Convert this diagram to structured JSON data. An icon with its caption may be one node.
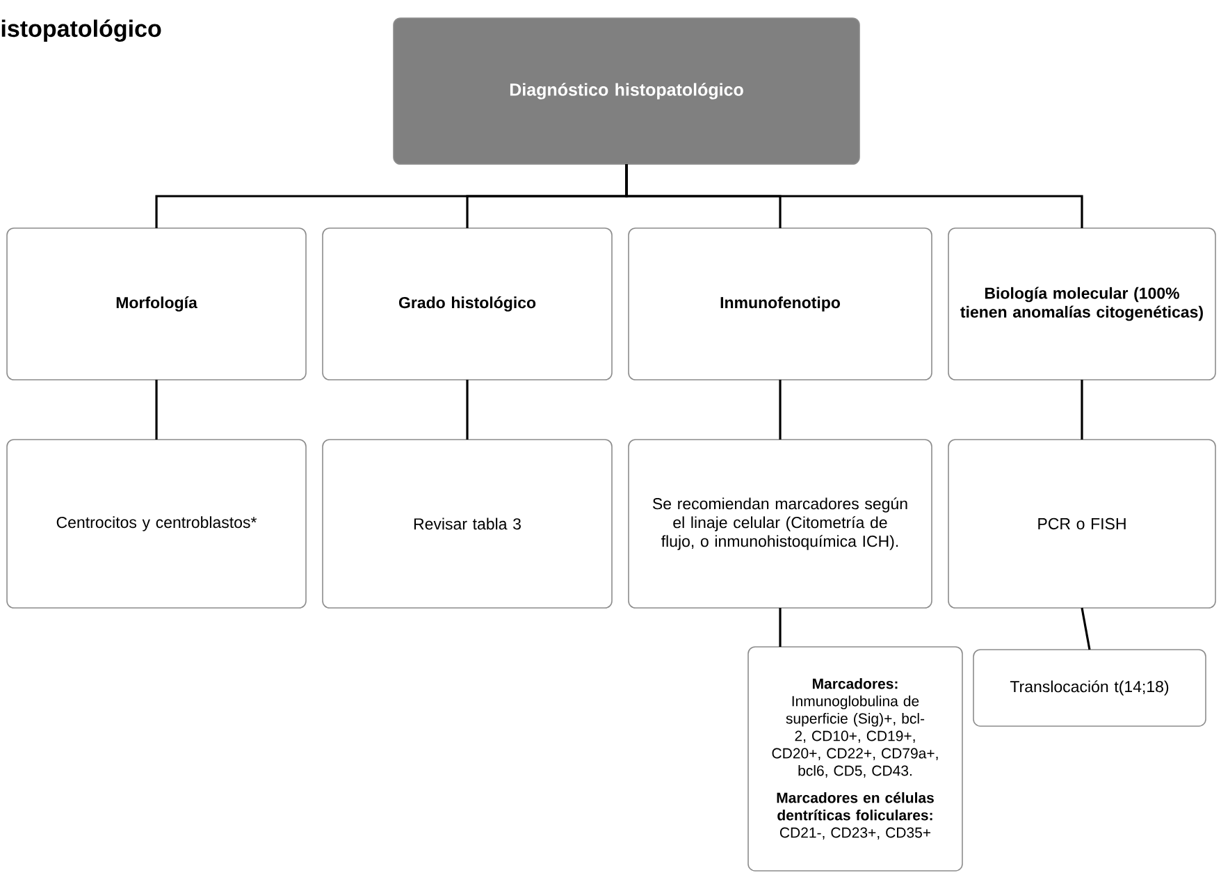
{
  "diagram": {
    "labels": [
      "istopatológico"
    ],
    "nodes": [
      {
        "text": [
          "Diagnóstico histopatológico"
        ]
      },
      {
        "text": [
          "Morfología"
        ]
      },
      {
        "text": [
          "Grado histológico"
        ]
      },
      {
        "text": [
          "Inmunofenotipo"
        ]
      },
      {
        "text": [
          "Biología molecular (100% tienen anomalías citogenéticas)"
        ]
      },
      {
        "text": [
          "Centrocitos y centroblastos*"
        ]
      },
      {
        "text": [
          "Revisar tabla 3"
        ]
      },
      {
        "text": [
          "Se recomiendan marcadores según el linaje celular (Citometría de flujo, o inmunohistoquímica ICH)."
        ]
      },
      {
        "text": [
          "PCR o FISH"
        ]
      },
      {
        "text": [
          "Marcadores:",
          "Inmunoglobulina de superficie (Sig)+, bcl-2, CD10+, CD19+, CD20+, CD22+, CD79a+, bcl6, CD5, CD43.",
          "**Marcadores en células dentríticas foliculares:** CD21-, CD23+, CD35+"
        ]
      },
      {
        "text": [
          "Translocación t(14;18)"
        ]
      }
    ],
    "edges": [
      {
        "from": 0,
        "to": 1,
        "arrow": "none"
      },
      {
        "from": 0,
        "to": 2,
        "arrow": "none"
      },
      {
        "from": 0,
        "to": 3,
        "arrow": "none"
      },
      {
        "from": 0,
        "to": 4,
        "arrow": "none"
      },
      {
        "from": 1,
        "to": 5,
        "arrow": "none"
      },
      {
        "from": 2,
        "to": 6,
        "arrow": "none"
      },
      {
        "from": 3,
        "to": 7,
        "arrow": "none"
      },
      {
        "from": 4,
        "to": 8,
        "arrow": "none"
      },
      {
        "from": 7,
        "to": 9,
        "arrow": "none"
      },
      {
        "from": 8,
        "to": 10,
        "arrow": "none"
      }
    ]
  }
}
